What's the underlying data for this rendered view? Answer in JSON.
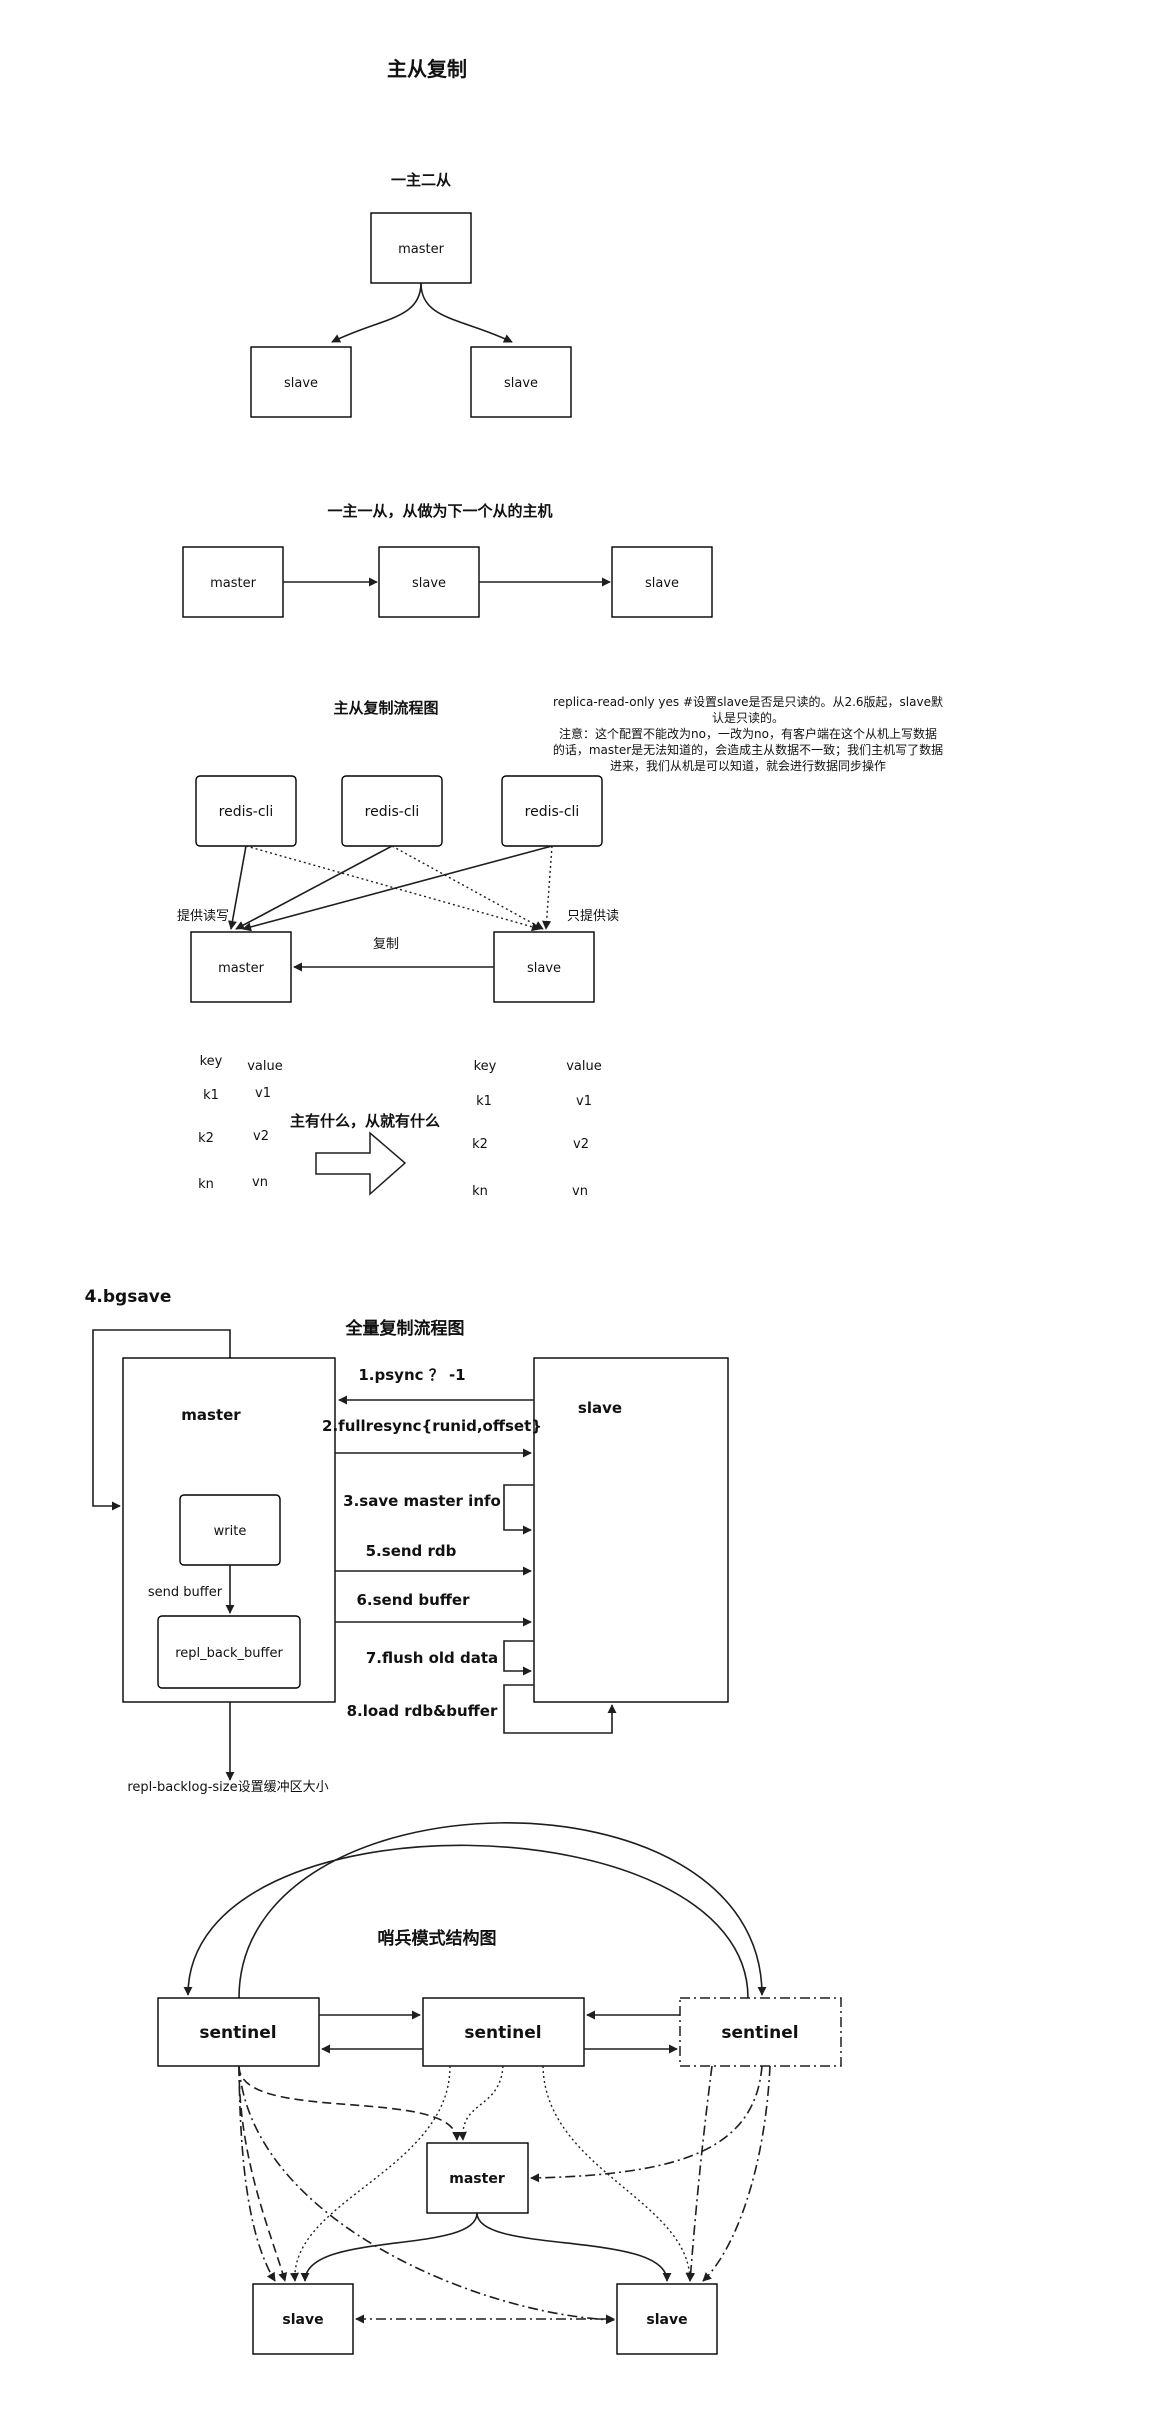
{
  "title": "主从复制",
  "one_master_two_slaves": {
    "title": "一主二从",
    "master": "master",
    "slave_left": "slave",
    "slave_right": "slave"
  },
  "chain": {
    "title": "一主一从，从做为下一个从的主机",
    "master": "master",
    "slave_middle": "slave",
    "slave_right": "slave"
  },
  "replication_flow": {
    "title": "主从复制流程图",
    "note_lines": [
      "replica-read-only yes     #设置slave是否是只读的。从2.6版起，slave默",
      "认是只读的。",
      "注意：这个配置不能改为no，一改为no，有客户端在这个从机上写数据",
      "的话，master是无法知道的，会造成主从数据不一致；我们主机写了数据",
      "进来，我们从机是可以知道，就会进行数据同步操作"
    ],
    "clients": [
      "redis-cli",
      "redis-cli",
      "redis-cli"
    ],
    "master": "master",
    "slave": "slave",
    "master_label": "提供读写",
    "slave_label": "只提供读",
    "copy_label": "复制"
  },
  "kv": {
    "left_header_key": "key",
    "left_header_value": "value",
    "left_rows": [
      [
        "k1",
        "v1"
      ],
      [
        "k2",
        "v2"
      ],
      [
        "kn",
        "vn"
      ]
    ],
    "caption": "主有什么，从就有什么",
    "right_header_key": "key",
    "right_header_value": "value",
    "right_rows": [
      [
        "k1",
        "v1"
      ],
      [
        "k2",
        "v2"
      ],
      [
        "kn",
        "vn"
      ]
    ]
  },
  "full_sync": {
    "title": "全量复制流程图",
    "bgsave": "4.bgsave",
    "master": "master",
    "slave": "slave",
    "write": "write",
    "send_buffer": "send buffer",
    "repl_back_buffer": "repl_back_buffer",
    "backlog_note": "repl-backlog-size设置缓冲区大小",
    "steps": [
      "1.psync ？ -1",
      "2.fullresync{runid,offset}",
      "3.save  master info",
      "5.send rdb",
      "6.send buffer",
      "7.flush old data",
      "8.load rdb&buffer"
    ]
  },
  "sentinel": {
    "title": "哨兵模式结构图",
    "sentinels": [
      "sentinel",
      "sentinel",
      "sentinel"
    ],
    "master": "master",
    "slave_left": "slave",
    "slave_right": "slave"
  }
}
